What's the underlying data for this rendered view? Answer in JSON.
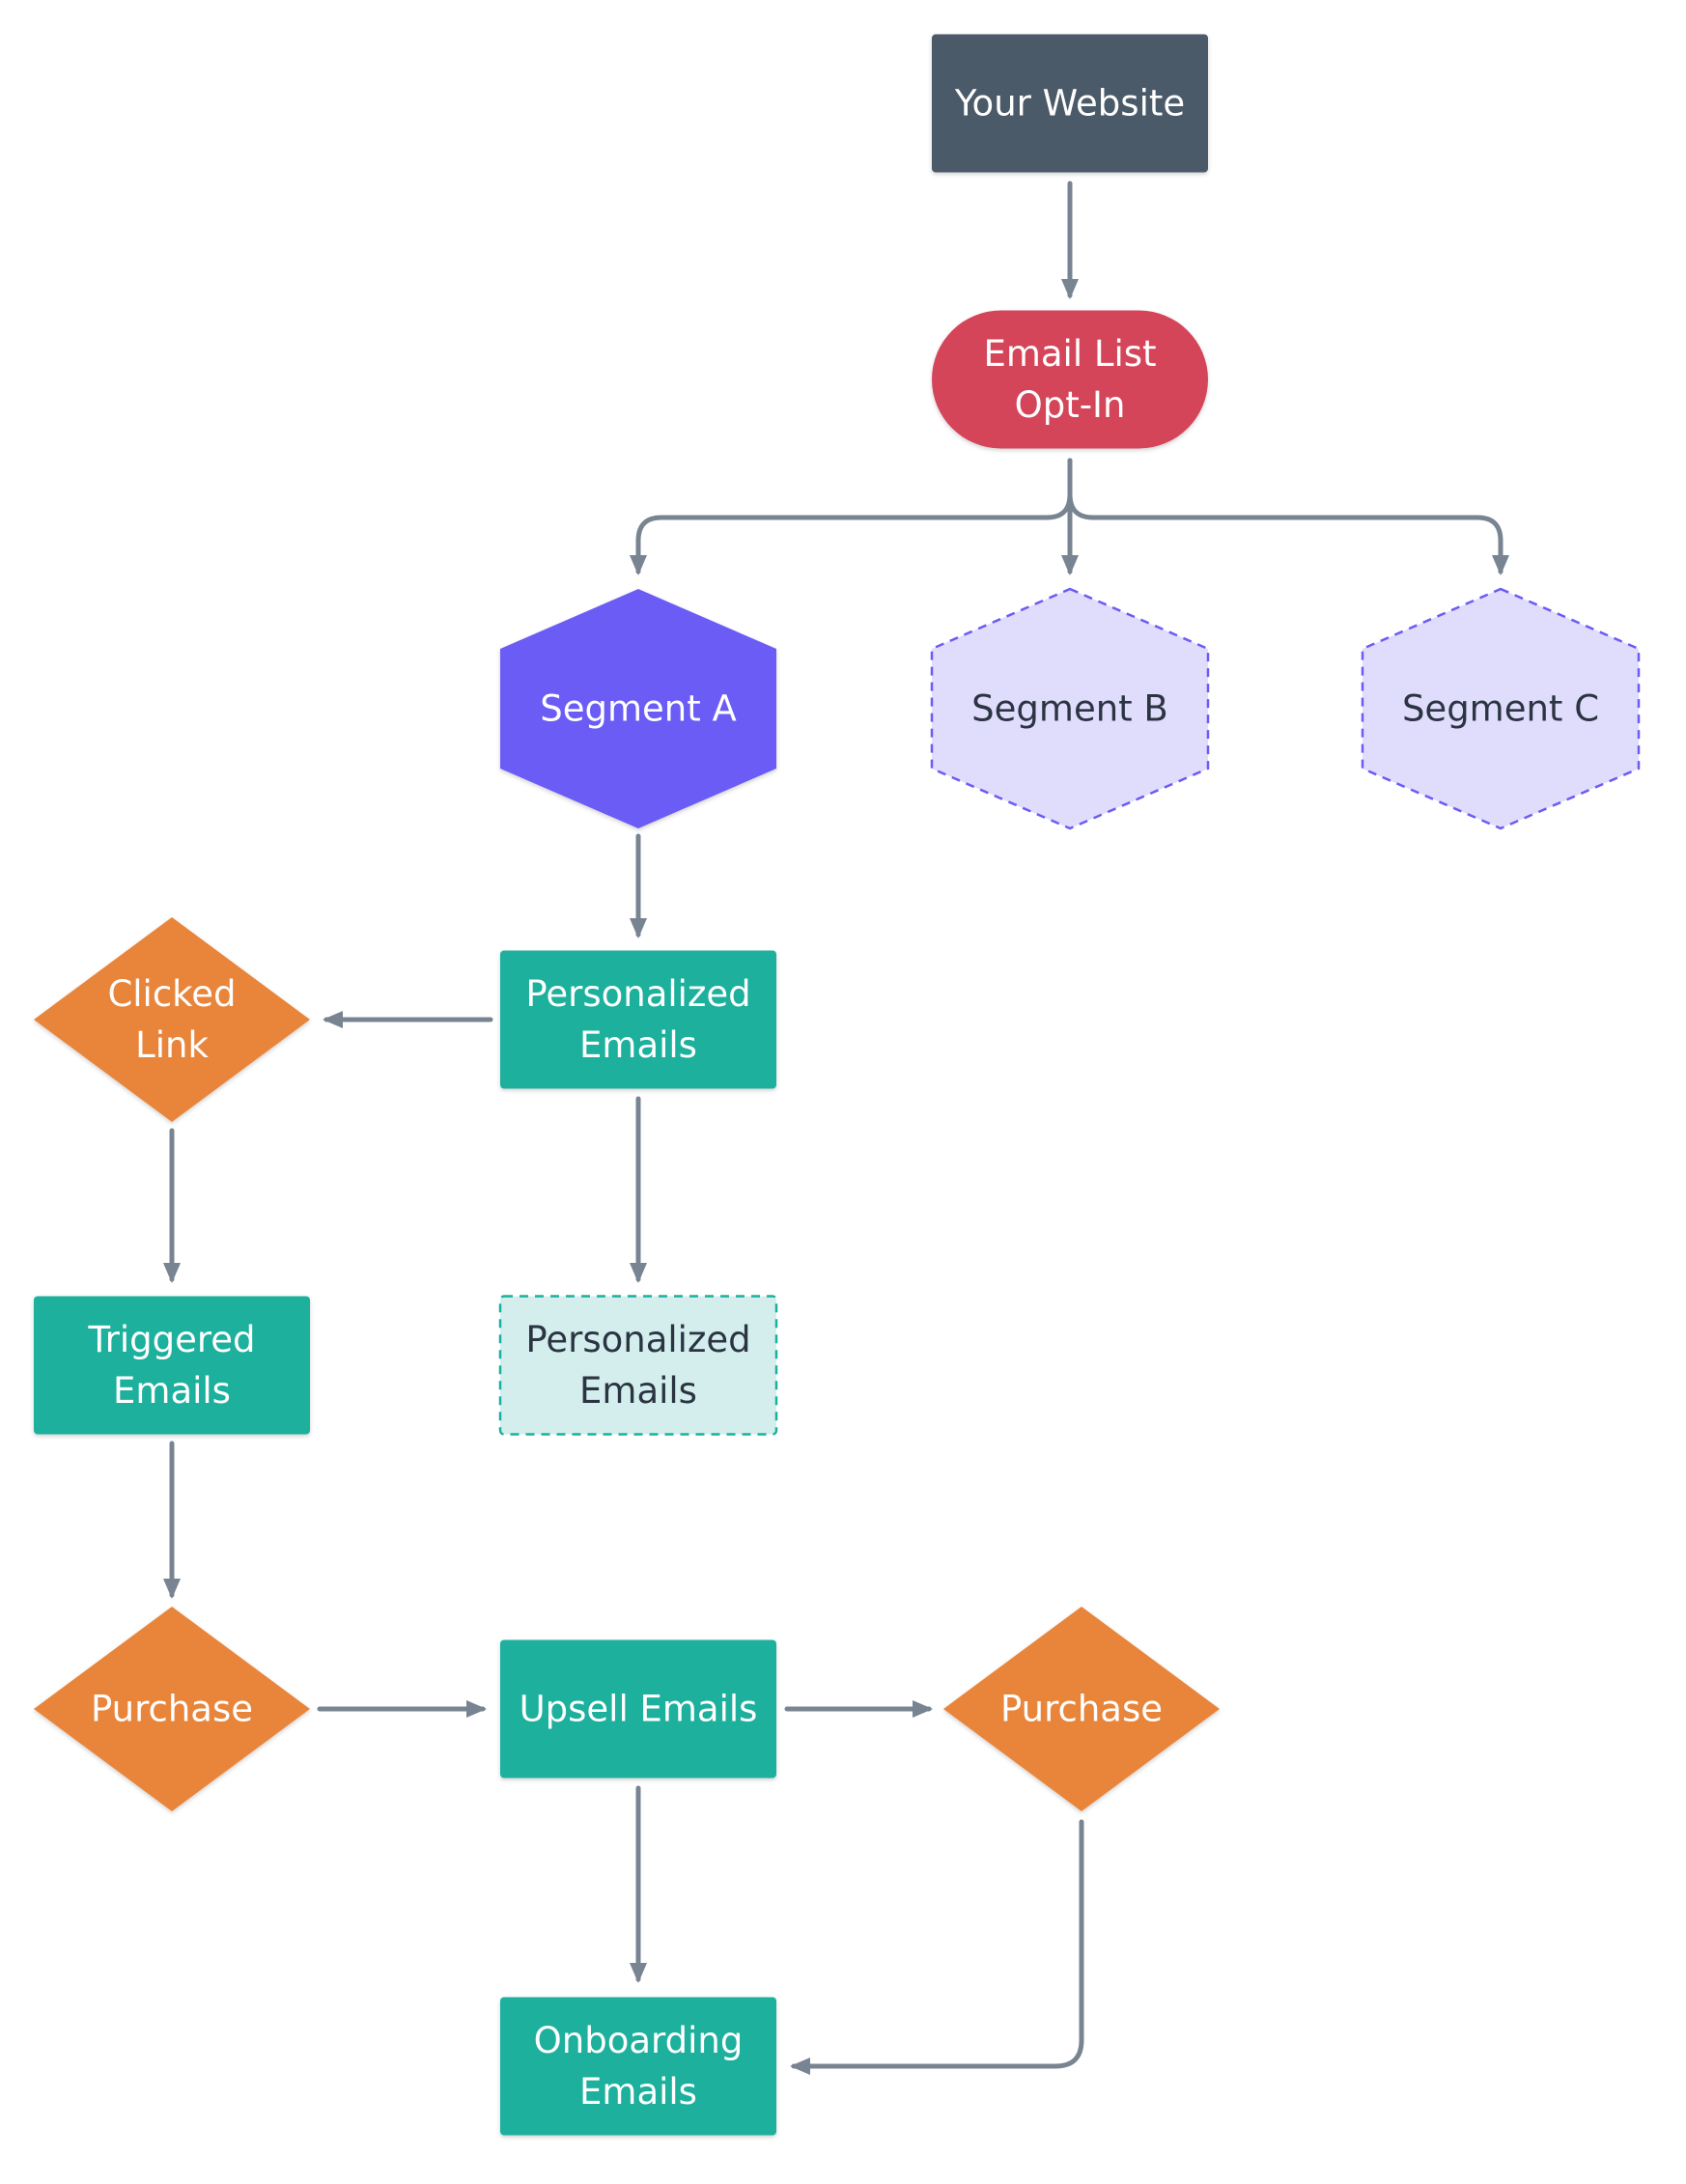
{
  "diagram": {
    "colors": {
      "connector": "#788491",
      "website_fill": "#4c5a68",
      "optin_fill": "#d5455a",
      "segment_active_fill": "#6a5cf5",
      "segment_inactive_fill": "#e0dcfc",
      "segment_inactive_stroke": "#6a5cf5",
      "decision_fill": "#e8853a",
      "email_fill": "#1ab09d",
      "email_ghost_fill": "#d3eeec",
      "email_ghost_stroke": "#1ab09d",
      "light_text": "#ffffff",
      "dark_text": "#2b3442"
    },
    "nodes": [
      {
        "id": "your-website",
        "lines": [
          "Your Website"
        ],
        "shape": "rect",
        "style": "website"
      },
      {
        "id": "email-list-opt-in",
        "lines": [
          "Email List",
          "Opt-In"
        ],
        "shape": "pill",
        "style": "optin"
      },
      {
        "id": "segment-a",
        "lines": [
          "Segment A"
        ],
        "shape": "hexagon",
        "style": "segment_active"
      },
      {
        "id": "segment-b",
        "lines": [
          "Segment B"
        ],
        "shape": "hexagon",
        "style": "segment_inactive"
      },
      {
        "id": "segment-c",
        "lines": [
          "Segment C"
        ],
        "shape": "hexagon",
        "style": "segment_inactive"
      },
      {
        "id": "personalized-emails",
        "lines": [
          "Personalized",
          "Emails"
        ],
        "shape": "rect",
        "style": "email"
      },
      {
        "id": "clicked-link",
        "lines": [
          "Clicked",
          "Link"
        ],
        "shape": "diamond",
        "style": "decision"
      },
      {
        "id": "personalized-emails-2",
        "lines": [
          "Personalized",
          "Emails"
        ],
        "shape": "rect",
        "style": "email_ghost"
      },
      {
        "id": "triggered-emails",
        "lines": [
          "Triggered",
          "Emails"
        ],
        "shape": "rect",
        "style": "email"
      },
      {
        "id": "purchase-left",
        "lines": [
          "Purchase"
        ],
        "shape": "diamond",
        "style": "decision"
      },
      {
        "id": "upsell-emails",
        "lines": [
          "Upsell Emails"
        ],
        "shape": "rect",
        "style": "email"
      },
      {
        "id": "purchase-right",
        "lines": [
          "Purchase"
        ],
        "shape": "diamond",
        "style": "decision"
      },
      {
        "id": "onboarding-emails",
        "lines": [
          "Onboarding",
          "Emails"
        ],
        "shape": "rect",
        "style": "email"
      }
    ],
    "edges": [
      {
        "from": "your-website",
        "to": "email-list-opt-in"
      },
      {
        "from": "email-list-opt-in",
        "to": "segment-a"
      },
      {
        "from": "email-list-opt-in",
        "to": "segment-b"
      },
      {
        "from": "email-list-opt-in",
        "to": "segment-c"
      },
      {
        "from": "segment-a",
        "to": "personalized-emails"
      },
      {
        "from": "personalized-emails",
        "to": "clicked-link"
      },
      {
        "from": "personalized-emails",
        "to": "personalized-emails-2"
      },
      {
        "from": "clicked-link",
        "to": "triggered-emails"
      },
      {
        "from": "triggered-emails",
        "to": "purchase-left"
      },
      {
        "from": "purchase-left",
        "to": "upsell-emails"
      },
      {
        "from": "upsell-emails",
        "to": "purchase-right"
      },
      {
        "from": "upsell-emails",
        "to": "onboarding-emails"
      },
      {
        "from": "purchase-right",
        "to": "onboarding-emails"
      }
    ]
  }
}
